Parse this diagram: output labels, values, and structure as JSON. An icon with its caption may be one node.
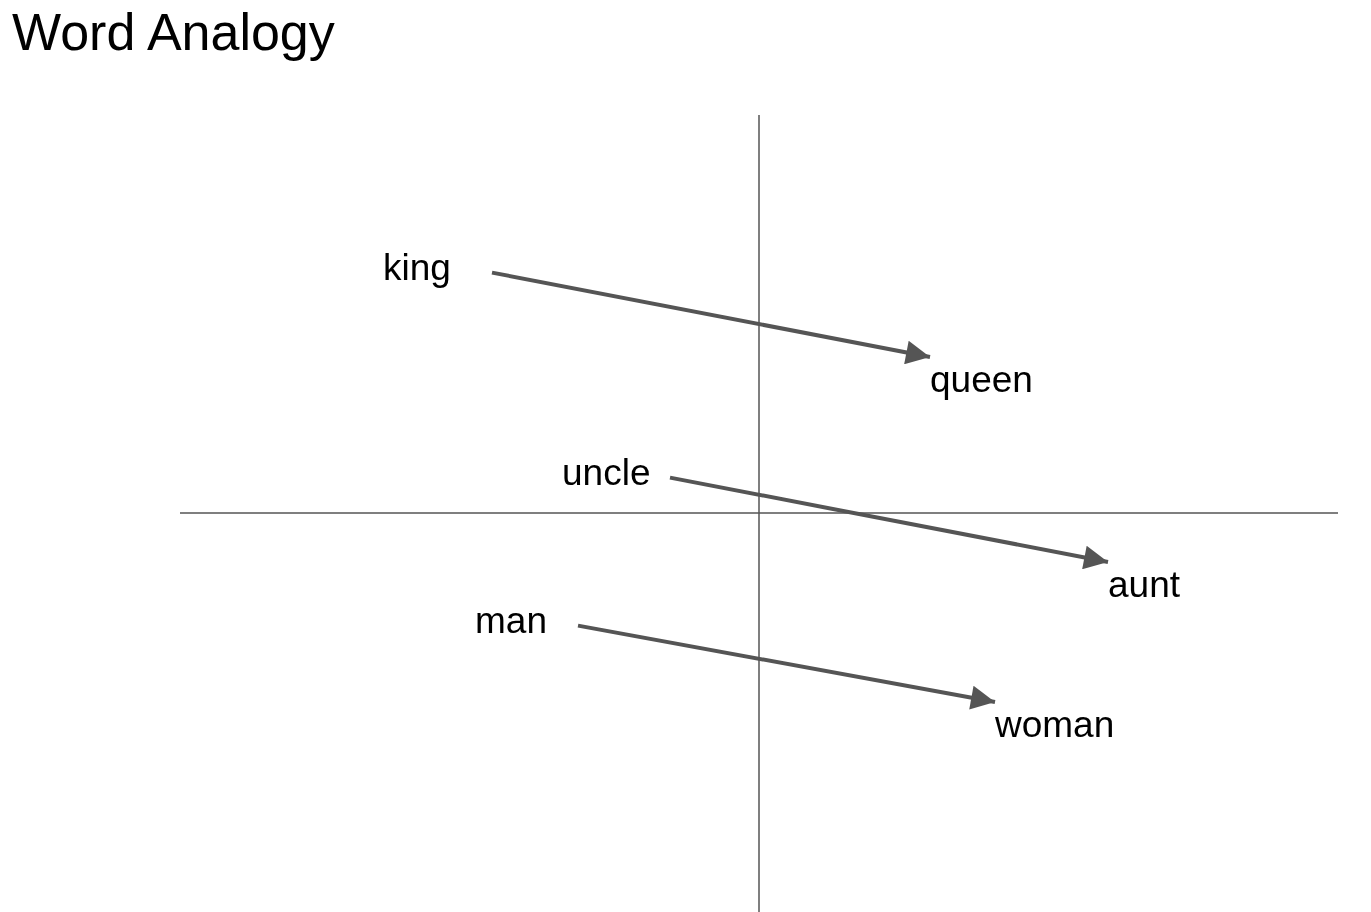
{
  "diagram": {
    "title": "Word Analogy",
    "nodes": [
      {
        "text": [
          "king"
        ]
      },
      {
        "text": [
          "queen"
        ]
      },
      {
        "text": [
          "uncle"
        ]
      },
      {
        "text": [
          "aunt"
        ]
      },
      {
        "text": [
          "man"
        ]
      },
      {
        "text": [
          "woman"
        ]
      }
    ],
    "edges": [
      {
        "from": 0,
        "to": 1,
        "arrow": "to"
      },
      {
        "from": 2,
        "to": 3,
        "arrow": "to"
      },
      {
        "from": 4,
        "to": 5,
        "arrow": "to"
      }
    ]
  }
}
